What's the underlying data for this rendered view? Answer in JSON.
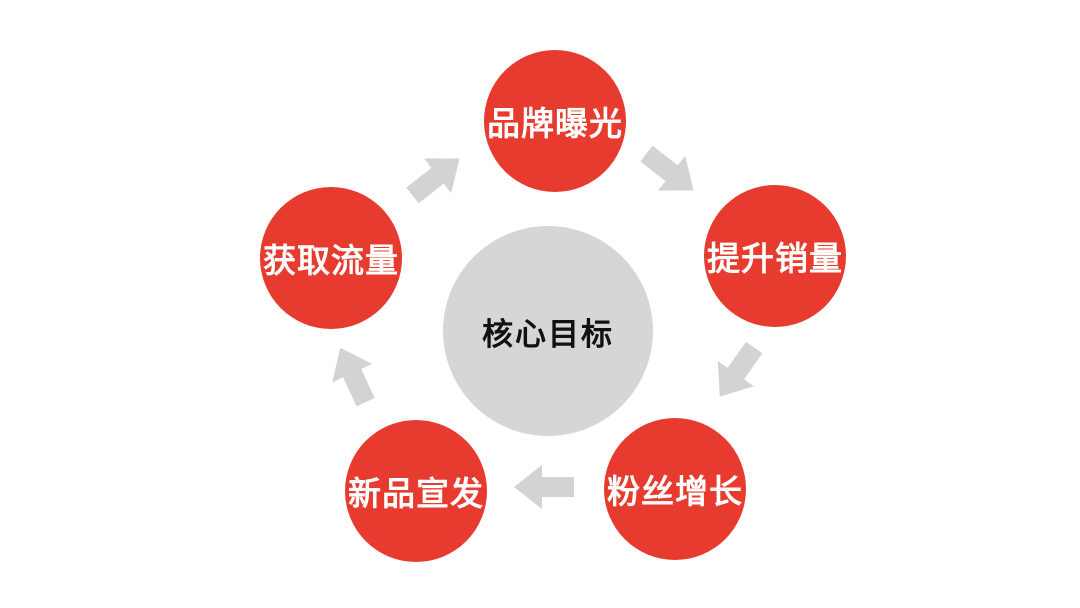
{
  "colors": {
    "node": "#e63b2e",
    "center": "#d6d6d6",
    "arrow": "#d3d3d3",
    "text_light": "#ffffff",
    "text_dark": "#111111"
  },
  "center": {
    "label": "核心目标"
  },
  "nodes": [
    {
      "label": "品牌曝光"
    },
    {
      "label": "提升销量"
    },
    {
      "label": "粉丝增长"
    },
    {
      "label": "新品宣发"
    },
    {
      "label": "获取流量"
    }
  ],
  "arrows": [
    {
      "icon": "arrow-right-icon"
    },
    {
      "icon": "arrow-right-icon"
    },
    {
      "icon": "arrow-right-icon"
    },
    {
      "icon": "arrow-right-icon"
    },
    {
      "icon": "arrow-right-icon"
    }
  ]
}
